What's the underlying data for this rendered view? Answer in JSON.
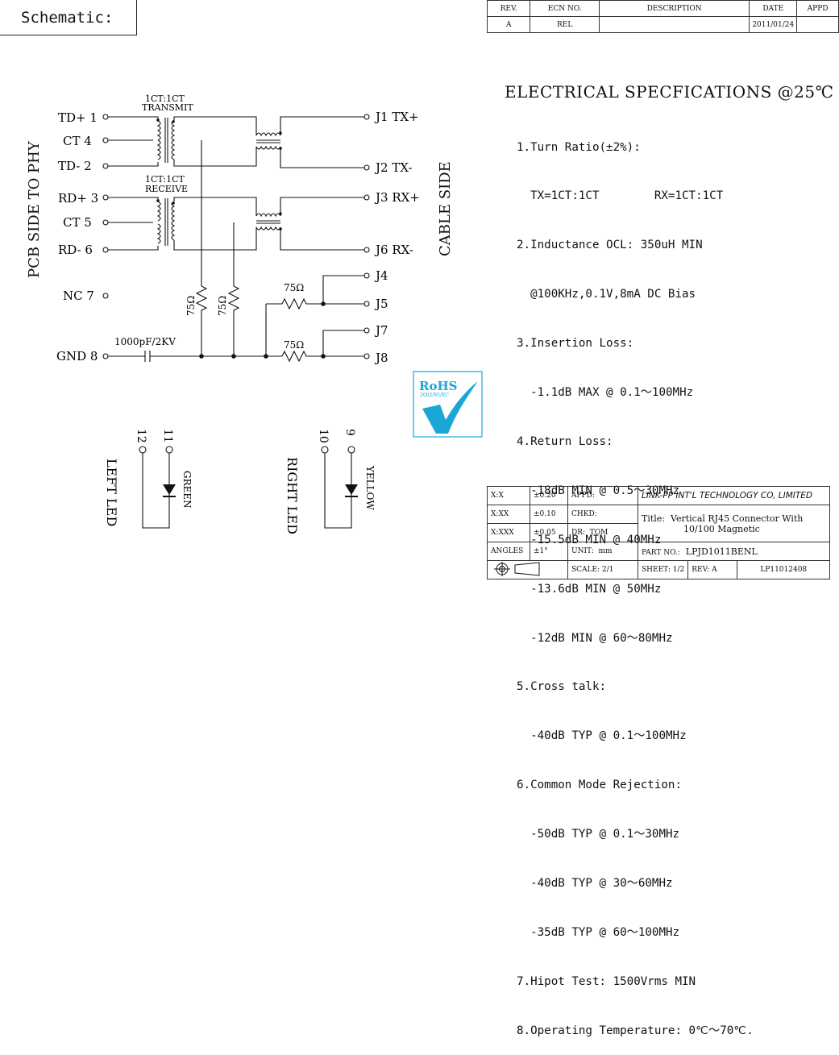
{
  "header": {
    "label": "Schematic:"
  },
  "revision_table": {
    "headers": [
      "REV.",
      "ECN NO.",
      "DESCRIPTION",
      "DATE",
      "APPD"
    ],
    "row": [
      "A",
      "REL",
      "",
      "2011/01/24",
      ""
    ]
  },
  "schematic": {
    "pcb_pins": [
      "TD+ 1",
      "CT 4",
      "TD- 2",
      "RD+ 3",
      "CT 5",
      "RD- 6",
      "NC 7",
      "GND 8"
    ],
    "cable_pins": [
      "J1 TX+",
      "J2 TX-",
      "J3 RX+",
      "J6 RX-",
      "J4",
      "J5",
      "J7",
      "J8"
    ],
    "transmit_ratio": "1CT:1CT",
    "transmit_label": "TRANSMIT",
    "receive_ratio": "1CT:1CT",
    "receive_label": "RECEIVE",
    "resistor_label": "75Ω",
    "capacitor_label": "1000pF/2KV",
    "side_left": "PCB SIDE TO PHY",
    "side_right": "CABLE SIDE"
  },
  "leds": {
    "left_pins": [
      "12",
      "11"
    ],
    "left_label": "LEFT LED",
    "left_color": "GREEN",
    "right_pins": [
      "10",
      "9"
    ],
    "right_label": "RIGHT LED",
    "right_color": "YELLOW"
  },
  "rohs": {
    "mark": "RoHS",
    "year": "2002/95/EC",
    "accent": "#1aa7d6"
  },
  "specs": {
    "title": "ELECTRICAL SPECFICATIONS @25℃",
    "lines": [
      "1.Turn Ratio(±2%):",
      "  TX=1CT:1CT        RX=1CT:1CT",
      "2.Inductance OCL: 350uH MIN",
      "  @100KHz,0.1V,8mA DC Bias",
      "3.Insertion Loss:",
      "  -1.1dB MAX @ 0.1～100MHz",
      "4.Return Loss:",
      "  -18dB MIN @ 0.5～30MHz",
      "  -15.5dB MIN @ 40MHz",
      "  -13.6dB MIN @ 50MHz",
      "  -12dB MIN @ 60～80MHz",
      "5.Cross talk:",
      "  -40dB TYP @ 0.1～100MHz",
      "6.Common Mode Rejection:",
      "  -50dB TYP @ 0.1～30MHz",
      "  -40dB TYP @ 30～60MHz",
      "  -35dB TYP @ 60～100MHz",
      "7.Hipot Test: 1500Vrms MIN",
      "8.Operating Temperature: 0℃～70℃."
    ]
  },
  "title_block": {
    "tol_x": "X:X",
    "tol_x_val": "±0.20",
    "tol_xx": "X:XX",
    "tol_xx_val": "±0.10",
    "tol_xxx": "X:XXX",
    "tol_xxx_val": "±0.05",
    "angles": "ANGLES",
    "angles_val": "±1°",
    "appd": "APPD:",
    "chkd": "CHKD:",
    "dr": "DR:",
    "dr_val": "TOM",
    "unit": "UNIT:",
    "unit_val": "mm",
    "company": "LINK-PP INT'L TECHNOLOGY CO, LIMITED",
    "title_label": "Title:",
    "title_val": "Vertical RJ45 Connector With",
    "title_val2": "10/100 Magnetic",
    "part_label": "PART NO.:",
    "part_val": "LPJD1011BENL",
    "scale_label": "SCALE:",
    "scale_val": "2/1",
    "sheet_label": "SHEET:",
    "sheet_val": "1/2",
    "rev_label": "REV:",
    "rev_val": "A",
    "doc_no": "LP11012408"
  }
}
